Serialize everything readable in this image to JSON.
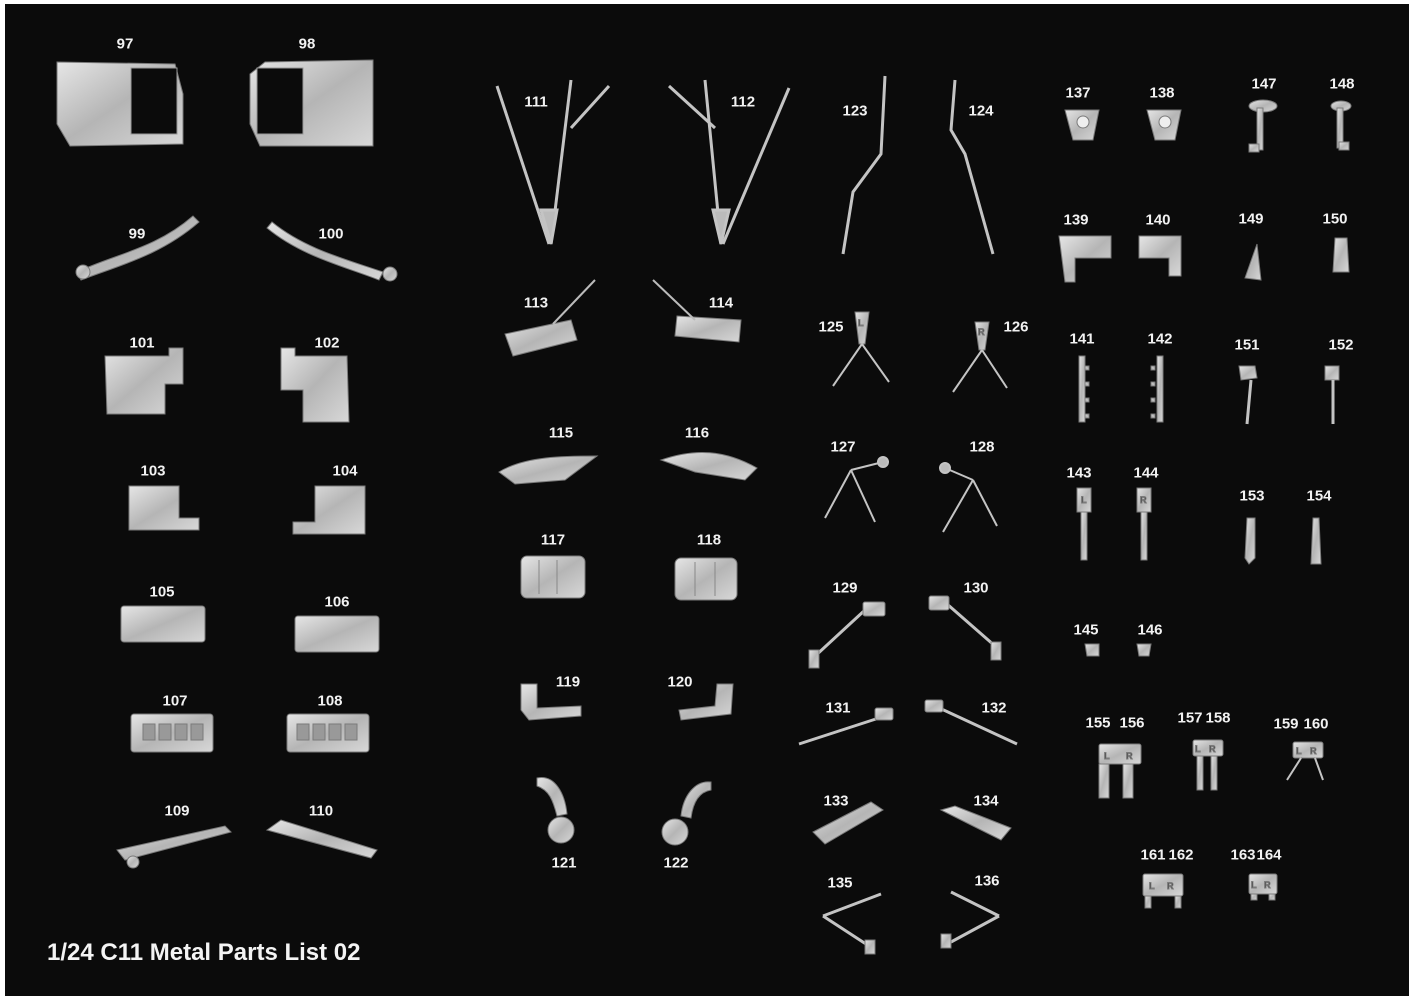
{
  "title": "1/24 C11 Metal Parts List 02",
  "part_numbers": [
    "97",
    "98",
    "99",
    "100",
    "101",
    "102",
    "103",
    "104",
    "105",
    "106",
    "107",
    "108",
    "109",
    "110",
    "111",
    "112",
    "113",
    "114",
    "115",
    "116",
    "117",
    "118",
    "119",
    "120",
    "121",
    "122",
    "123",
    "124",
    "125",
    "126",
    "127",
    "128",
    "129",
    "130",
    "131",
    "132",
    "133",
    "134",
    "135",
    "136",
    "137",
    "138",
    "139",
    "140",
    "141",
    "142",
    "143",
    "144",
    "145",
    "146",
    "147",
    "148",
    "149",
    "150",
    "151",
    "152",
    "153",
    "154",
    "155",
    "156",
    "157",
    "158",
    "159",
    "160",
    "161",
    "162",
    "163",
    "164"
  ],
  "side_marks": {
    "left": "L",
    "right": "R"
  },
  "colors": {
    "background": "#0b0b0b",
    "metal": "#c9c9c9",
    "metal_dark": "#8a8a8a",
    "label": "#f2f2f2"
  }
}
